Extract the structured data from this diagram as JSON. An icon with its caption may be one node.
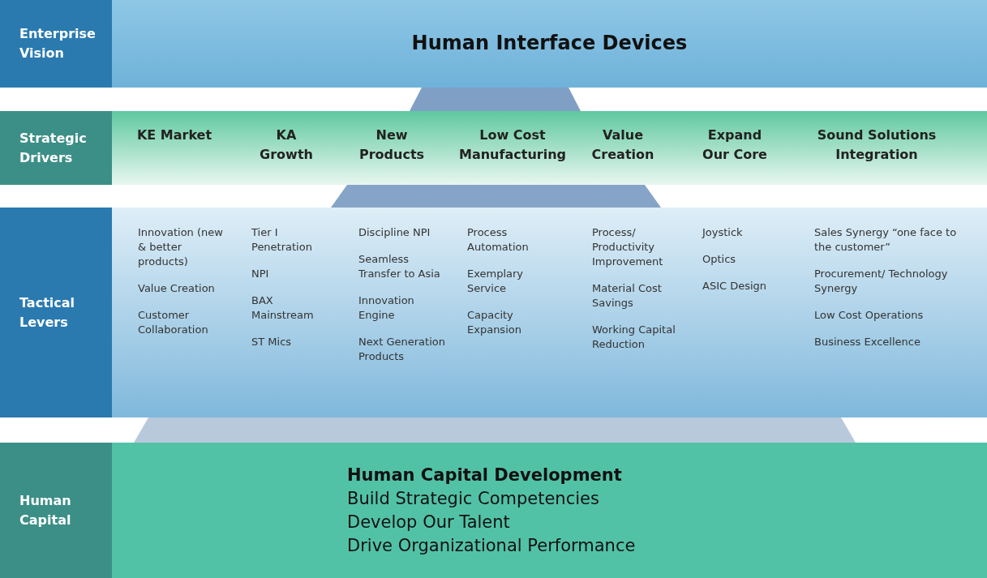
{
  "diagram": {
    "nodes": [
      {
        "text": [
          "Enterprise Vision"
        ]
      },
      {
        "text": [
          "Human Interface Devices"
        ]
      },
      {
        "text": [],
        "shape": "trapezoid"
      },
      {
        "text": [
          "Strategic Drivers"
        ]
      },
      {
        "text": [
          "KE Market",
          "KA Growth",
          "New Products",
          "Low Cost Manufacturing",
          "Value Creation",
          "Expand Our Core",
          "Sound Solutions Integration"
        ]
      },
      {
        "text": [],
        "shape": "trapezoid"
      },
      {
        "text": [
          "Tactical Levers"
        ]
      },
      {
        "text": [
          "Innovation (new & better products)",
          "Value Creation",
          "Customer Collaboration",
          "Tier I Penetration",
          "NPI",
          "BAX Mainstream",
          "ST Mics",
          "Discipline NPI",
          "Seamless Transfer to Asia",
          "Innovation Engine",
          "Next Generation Products",
          "Process Automation",
          "Exemplary Service",
          "Capacity Expansion",
          "Process/ Productivity Improvement",
          "Material Cost Savings",
          "Working Capital Reduction",
          "Joystick",
          "Optics",
          "ASIC Design",
          "Sales Synergy “one face to the customer”",
          "Procurement/ Technology Synergy",
          "Low Cost Operations",
          "Business Excellence"
        ]
      },
      {
        "text": [],
        "shape": "trapezoid"
      },
      {
        "text": [
          "Human Capital"
        ]
      },
      {
        "text": [
          "Human Capital Development",
          "Build Strategic Competencies",
          "Develop Our Talent",
          "Drive Organizational Performance"
        ]
      }
    ]
  }
}
